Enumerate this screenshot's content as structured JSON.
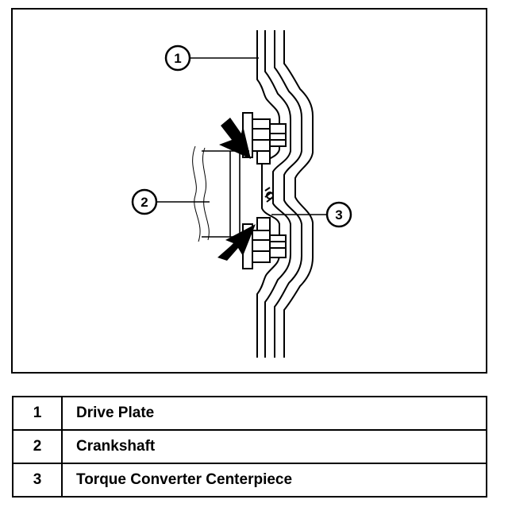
{
  "callouts": [
    {
      "number": "1"
    },
    {
      "number": "2"
    },
    {
      "number": "3"
    }
  ],
  "legend": [
    {
      "number": "1",
      "label": "Drive Plate"
    },
    {
      "number": "2",
      "label": "Crankshaft"
    },
    {
      "number": "3",
      "label": "Torque Converter Centerpiece"
    }
  ],
  "colors": {
    "line": "#000000",
    "background": "#ffffff"
  }
}
